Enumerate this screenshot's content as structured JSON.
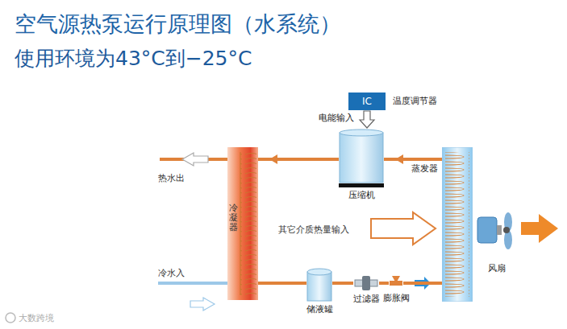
{
  "diagram": {
    "title": "空气源热泵运行原理图（水系统）",
    "nodes": [
      {
        "text": [
          "IC",
          "温度调节器"
        ]
      },
      {
        "text": [
          "压缩机"
        ]
      },
      {
        "text": [
          "冷凝器"
        ]
      },
      {
        "text": [
          "蒸发器"
        ]
      },
      {
        "text": [
          "风扇"
        ]
      },
      {
        "text": [
          "储液罐"
        ]
      },
      {
        "text": [
          "过滤器"
        ]
      },
      {
        "text": [
          "膨胀阀"
        ]
      }
    ],
    "edges": [
      {
        "from": 1,
        "to": 2,
        "arrow": "to"
      },
      {
        "from": 3,
        "to": 1,
        "arrow": "to"
      },
      {
        "from": 0,
        "to": 1,
        "arrow": "to",
        "label": "电能输入"
      },
      {
        "from": 2,
        "to": 5,
        "arrow": "none"
      },
      {
        "from": 5,
        "to": 6,
        "arrow": "none"
      },
      {
        "from": 6,
        "to": 7,
        "arrow": "none"
      },
      {
        "from": 7,
        "to": 3,
        "arrow": "to"
      }
    ],
    "labels": [
      "使用环境为43°C到−25°C",
      "热水出",
      "冷水入",
      "其它介质热量输入",
      "大数跨境"
    ]
  }
}
